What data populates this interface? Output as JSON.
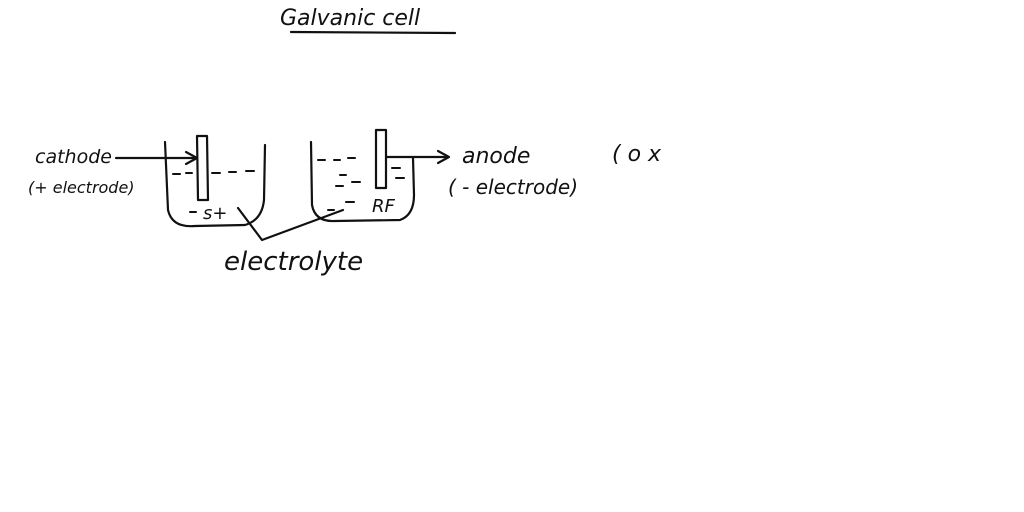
{
  "title": "Galvanic cell",
  "labels": {
    "cathode": "cathode",
    "cathode_sign": "(+ electrode)",
    "anode": "anode",
    "anode_note": "( o x",
    "anode_sign": "( - electrode)",
    "left_electrode": "s+",
    "right_electrode": "RF",
    "electrolyte": "electrolyte"
  },
  "colors": {
    "ink": "#111111",
    "background": "#ffffff"
  }
}
